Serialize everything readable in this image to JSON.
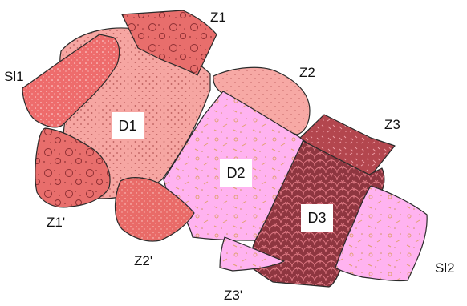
{
  "diagram": {
    "labels": {
      "Z1": "Z1",
      "Z2": "Z2",
      "Z3": "Z3",
      "Sl1": "Sl1",
      "Z1p": "Z1'",
      "Z2p": "Z2'",
      "Z3p": "Z3'",
      "Sl2": "Sl2"
    },
    "box_labels": {
      "D1": "D1",
      "D2": "D2",
      "D3": "D3"
    },
    "colors": {
      "D1": "#f6a6a2",
      "D2": "#ffb3f0",
      "D3": "#8e3640",
      "Z1": "#e86e6c",
      "Z2": "#f7a9a5",
      "Z3": "#b3464e",
      "Sl1": "#ee6c6c",
      "Z1p": "#e66b6b",
      "Z2p": "#e96b68",
      "Z3p": "#ffb3f0",
      "Sl2": "#ffb3f0",
      "outline": "#2a2a2a"
    }
  }
}
